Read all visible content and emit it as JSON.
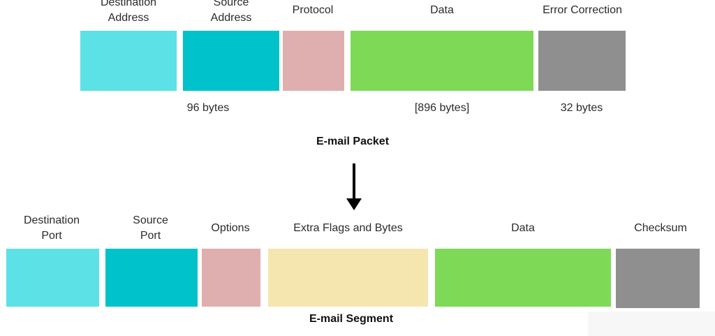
{
  "packet": {
    "caption": "E-mail Packet",
    "fields": [
      {
        "label": "Destination\nAddress",
        "color": "#5ce1e6"
      },
      {
        "label": "Source\nAddress",
        "color": "#00c2cb"
      },
      {
        "label": "Protocol",
        "color": "#dfafaf"
      },
      {
        "label": "Data",
        "color": "#7ed957"
      },
      {
        "label": "Error Correction",
        "color": "#8f8f8f"
      }
    ],
    "sizes": [
      "96 bytes",
      "[896 bytes]",
      "32 bytes"
    ]
  },
  "segment": {
    "caption": "E-mail Segment",
    "fields": [
      {
        "label": "Destination\nPort",
        "color": "#5ce1e6"
      },
      {
        "label": "Source\nPort",
        "color": "#00c2cb"
      },
      {
        "label": "Options",
        "color": "#dfafaf"
      },
      {
        "label": "Extra Flags and Bytes",
        "color": "#f5e6b0"
      },
      {
        "label": "Data",
        "color": "#7ed957"
      },
      {
        "label": "Checksum",
        "color": "#8f8f8f"
      }
    ]
  }
}
